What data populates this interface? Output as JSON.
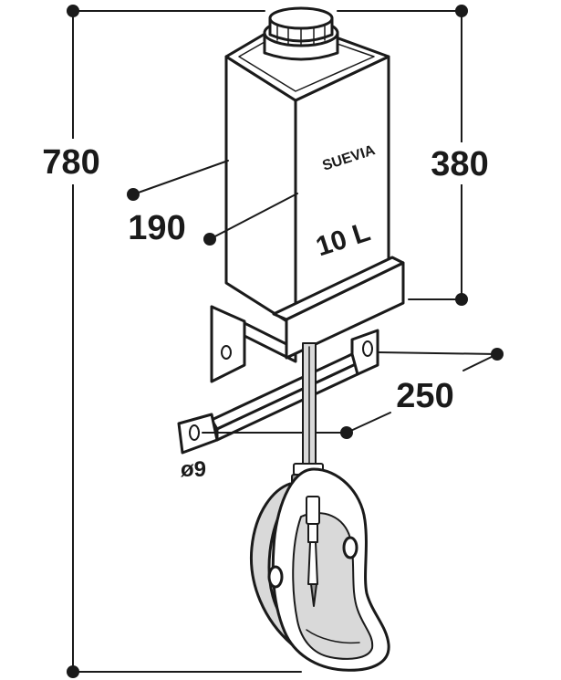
{
  "product": {
    "brand": "SUEVIA",
    "capacity": "10 L"
  },
  "dimensions": {
    "total_height": "780",
    "tank_height": "380",
    "tank_width": "190",
    "bracket_width": "250",
    "hole_diameter": "ø9"
  }
}
